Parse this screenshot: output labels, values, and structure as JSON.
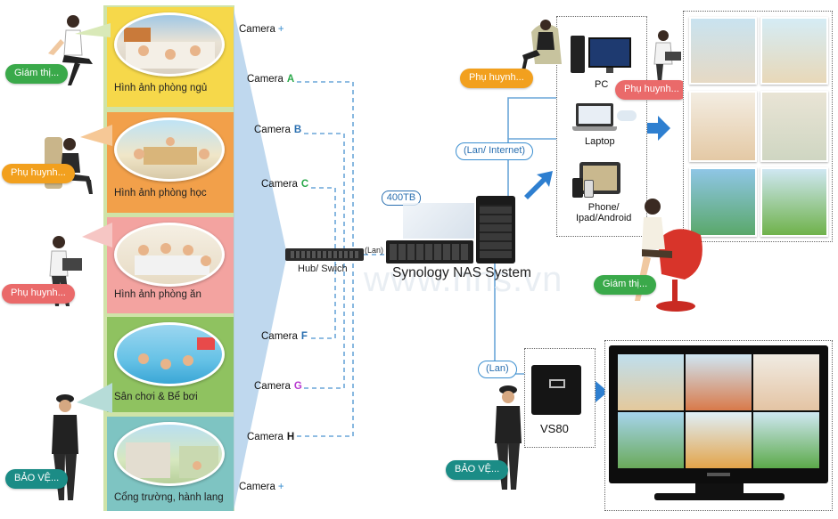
{
  "rooms": [
    {
      "label": "Hình ảnh phòng ngủ"
    },
    {
      "label": "Hình ảnh phòng học"
    },
    {
      "label": "Hình ảnh phòng ăn"
    },
    {
      "label": "Sân chơi & Bể bơi"
    },
    {
      "label": "Cổng trường, hành lang"
    }
  ],
  "people_left": [
    {
      "label": "Giám thị..."
    },
    {
      "label": "Phụ huynh..."
    },
    {
      "label": "Phụ huynh..."
    },
    {
      "label": "BẢO VỆ..."
    }
  ],
  "cameras": {
    "top": "Camera",
    "a": {
      "text": "Camera",
      "letter": "A"
    },
    "b": {
      "text": "Camera",
      "letter": "B"
    },
    "c": {
      "text": "Camera",
      "letter": "C"
    },
    "f": {
      "text": "Camera",
      "letter": "F"
    },
    "g": {
      "text": "Camera",
      "letter": "G"
    },
    "h": {
      "text": "Camera",
      "letter": "H"
    },
    "bottom": "Camera"
  },
  "network": {
    "hub_label": "Hub/ Swich",
    "lan_small": "(Lan)",
    "capacity": "400TB",
    "nas_label": "Synology NAS System",
    "lan_internet": "(Lan/ Internet)",
    "lan": "(Lan)",
    "watermark": "www.nns.vn"
  },
  "devices": {
    "pc": "PC",
    "laptop": "Laptop",
    "phone": "Phone/\nIpad/Android",
    "vs80": "VS80"
  },
  "people_right": {
    "parent1": "Phụ huynh...",
    "parent2": "Phụ huynh...",
    "supervisor": "Giám thị...",
    "guard": "BẢO VỆ..."
  },
  "colors": {
    "camera_a": "#2aa84a",
    "camera_b": "#2a6fb0",
    "camera_c": "#2aa84a",
    "camera_f": "#2a6fb0",
    "camera_g": "#b83ad0",
    "camera_h": "#111111"
  }
}
